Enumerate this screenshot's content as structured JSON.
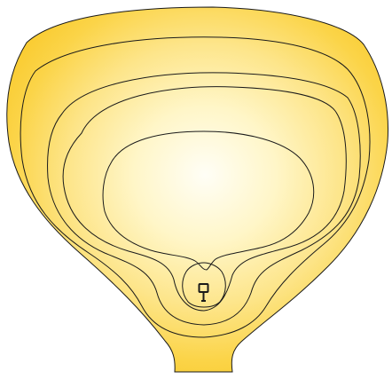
{
  "diagram": {
    "layers": [
      {
        "role": "outer",
        "stroke": "#1a1a1a",
        "fill": "#f9c92a"
      },
      {
        "role": "layer-2",
        "stroke": "#1a1a1a"
      },
      {
        "role": "layer-3",
        "stroke": "#1a1a1a"
      },
      {
        "role": "layer-4",
        "stroke": "#1a1a1a"
      },
      {
        "role": "core",
        "stroke": "#1a1a1a"
      }
    ],
    "colors": {
      "outer_fill": "#f9c92a",
      "highlight": "#fffef6",
      "mid": "#fde58a",
      "stroke": "#1a1a1a",
      "background": "#ffffff"
    },
    "pin_icon": "pin-icon"
  }
}
